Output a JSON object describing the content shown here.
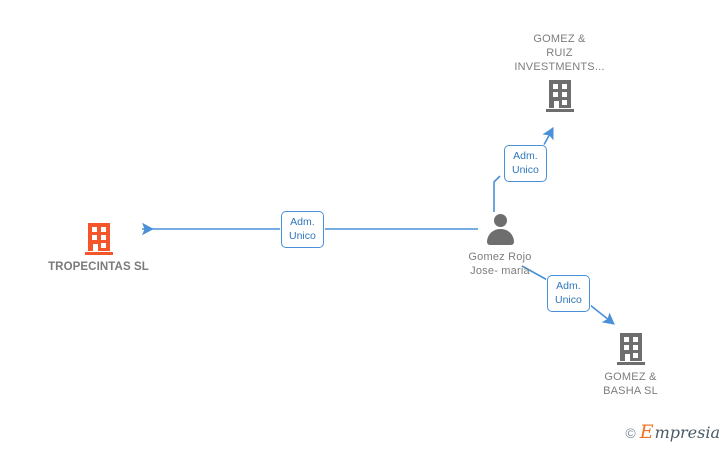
{
  "diagram": {
    "type": "corporate-relationship-graph",
    "edge_color": "#4a90d9",
    "focal_color": "#f4552a",
    "entity_color": "#6e6e6e"
  },
  "nodes": {
    "focal_company": {
      "name": "TROPECINTAS SL",
      "icon": "building-icon",
      "color": "#f4552a"
    },
    "person": {
      "name": "Gomez Rojo\nJose- maria",
      "icon": "person-icon",
      "color": "#6e6e6e"
    },
    "company_top": {
      "name": "GOMEZ &\nRUIZ\nINVESTMENTS...",
      "icon": "building-icon",
      "color": "#6e6e6e"
    },
    "company_bottom": {
      "name": "GOMEZ &\nBASHA  SL",
      "icon": "building-icon",
      "color": "#6e6e6e"
    }
  },
  "edges": [
    {
      "id": "edge-person-to-focal",
      "label": "Adm.\nUnico",
      "from": "person",
      "to": "focal_company"
    },
    {
      "id": "edge-person-to-top",
      "label": "Adm.\nUnico",
      "from": "person",
      "to": "company_top"
    },
    {
      "id": "edge-person-to-bottom",
      "label": "Adm.\nUnico",
      "from": "person",
      "to": "company_bottom"
    }
  ],
  "watermark": {
    "copyright": "©",
    "brand_initial": "E",
    "brand_rest": "mpresia"
  }
}
